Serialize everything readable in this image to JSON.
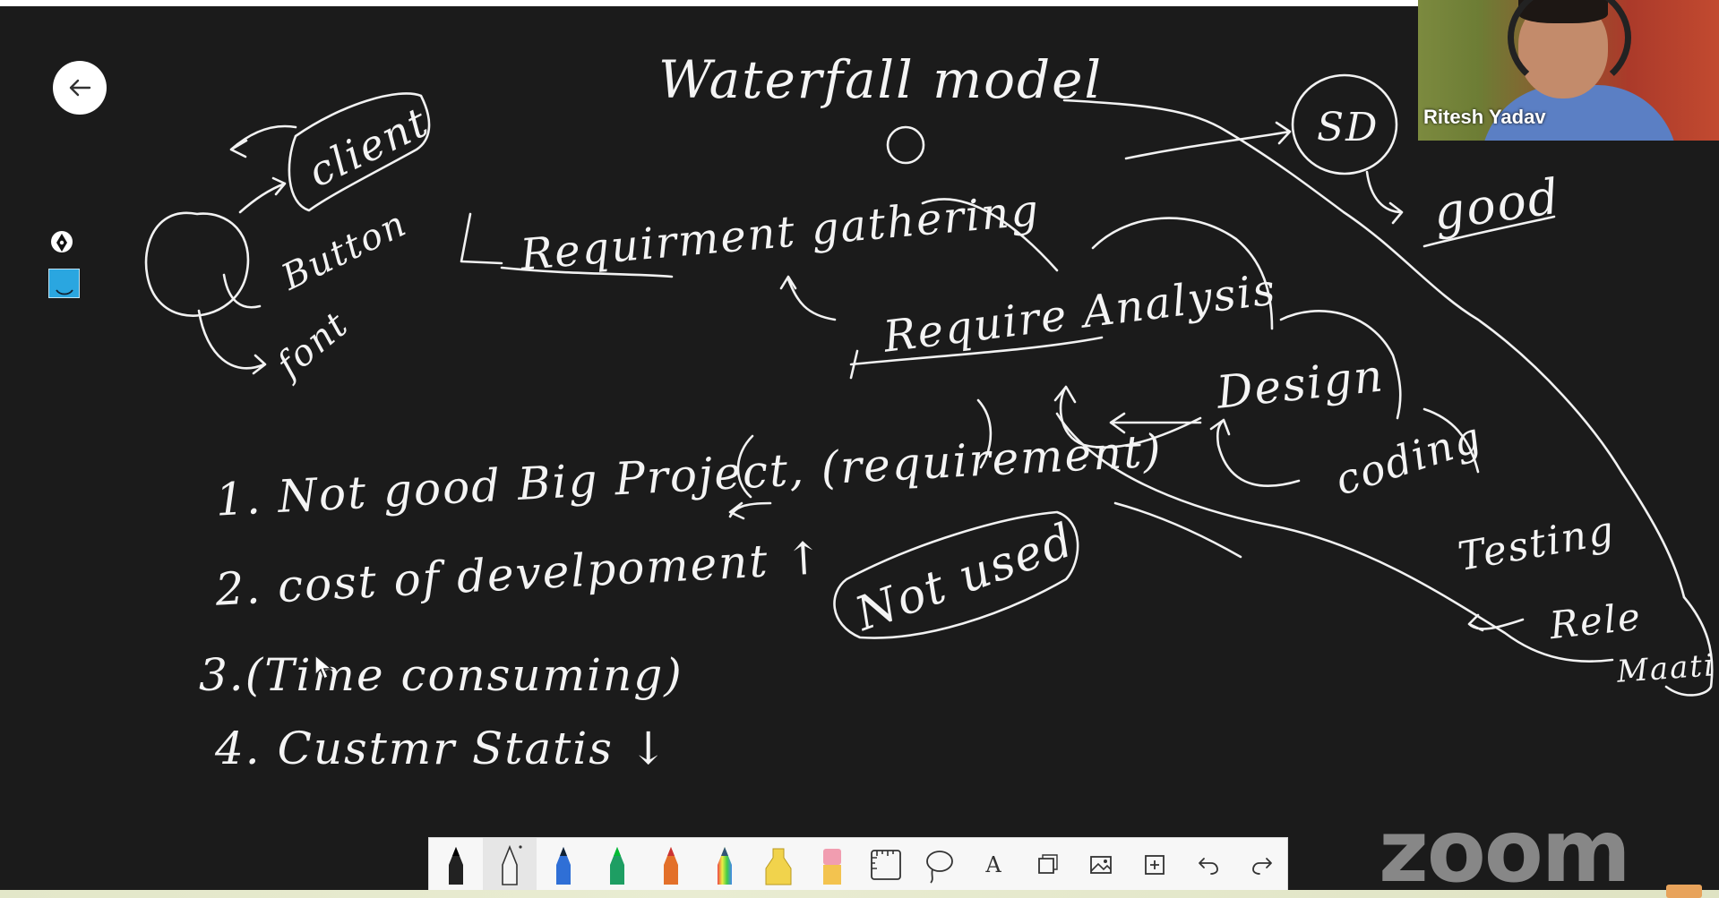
{
  "board": {
    "title": "Waterfall model",
    "client_label": "client",
    "button_label": "Button",
    "font_label": "font",
    "requirement_gathering": "Requirment gathering",
    "require_analysis": "Require Analysis",
    "design": "Design",
    "coding": "coding",
    "testing": "Testing",
    "release": "Rele",
    "maintenance": "Maati",
    "sd_label": "SD",
    "good_label": "good",
    "not_used": "Not used",
    "list": [
      "1. Not good Big Project, (requirement)",
      "2. cost of develpoment ↑",
      "3.(Time consuming)",
      "4. Custmr Statis ↓"
    ]
  },
  "video": {
    "participant_name": "Ritesh Yadav"
  },
  "branding": {
    "logo_text": "zoom"
  },
  "toolbar": {
    "tools": [
      "black-pen-icon",
      "outline-pen-icon",
      "blue-pen-icon",
      "green-pen-icon",
      "orange-pen-icon",
      "rainbow-pen-icon",
      "highlighter-icon",
      "eraser-icon",
      "ruler-icon",
      "lasso-icon",
      "text-icon",
      "shape-icon",
      "image-icon",
      "add-icon",
      "undo-icon",
      "redo-icon"
    ],
    "text_tool_label": "A",
    "active_tool": "outline-pen-icon"
  },
  "colors": {
    "board_background": "#1b1b1b",
    "ink": "#f2f2f2",
    "selected_color": "#2aa6e0"
  }
}
